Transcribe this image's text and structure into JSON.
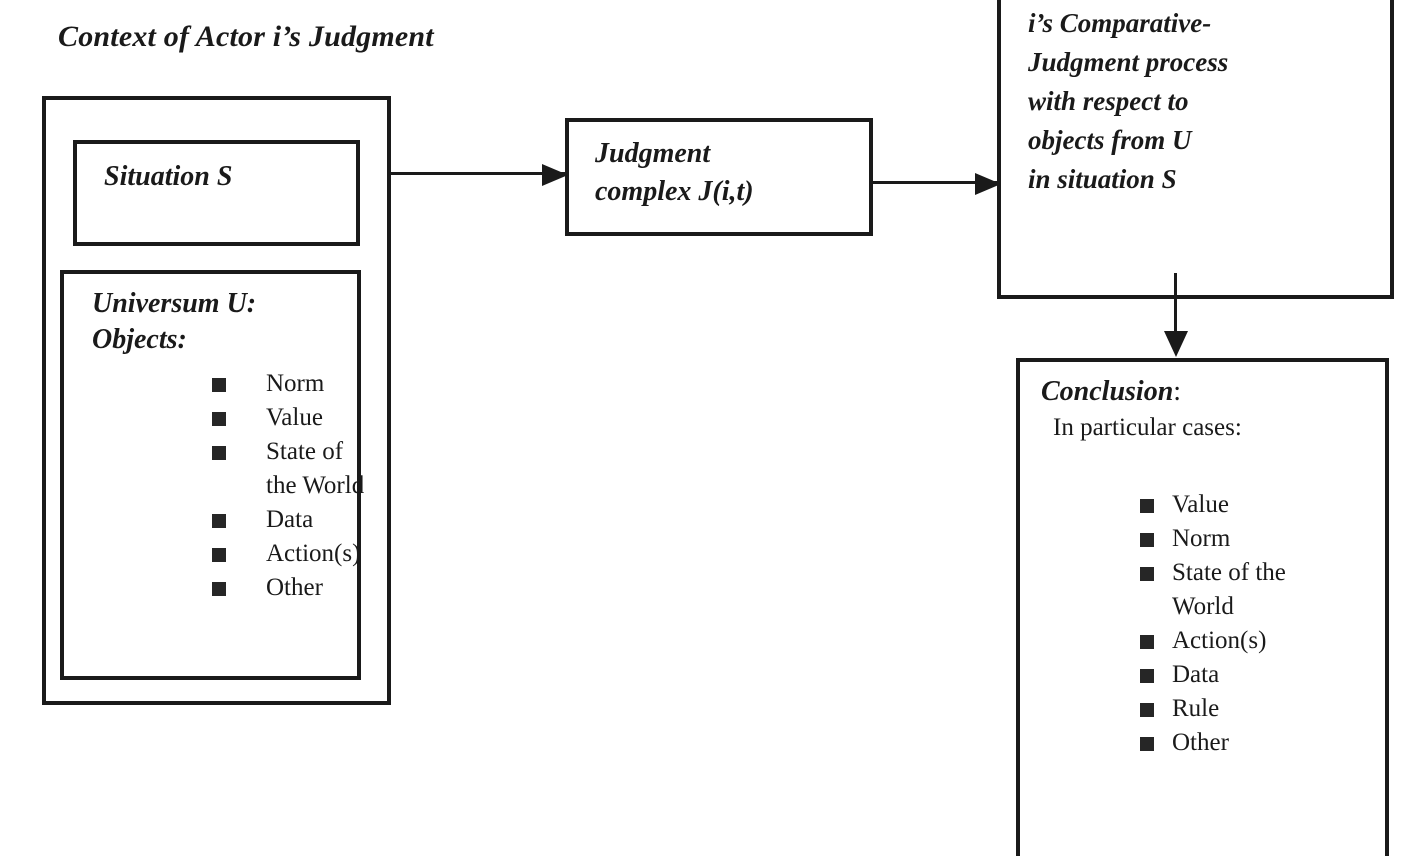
{
  "diagram": {
    "title": "Context of Actor i’s Judgment"
  },
  "context": {
    "situation": {
      "label": "Situation S"
    },
    "universum": {
      "heading_line_1": "Universum U:",
      "heading_line_2": "Objects:",
      "items": [
        "Norm",
        "Value",
        "State of\nthe World",
        "Data",
        "Action(s)",
        "Other"
      ]
    }
  },
  "judgment": {
    "label": "Judgment\ncomplex J(i,t)"
  },
  "process": {
    "label": "i’s Comparative-\nJudgment process\nwith respect to\nobjects from U\n in situation S"
  },
  "conclusion": {
    "heading": "Conclusion",
    "heading_colon": ":",
    "subheading": "In particular cases:",
    "items": [
      "Value",
      "Norm",
      "State of the\nWorld",
      "Action(s)",
      "Data",
      "Rule",
      "Other"
    ]
  },
  "arrows": [
    {
      "name": "situation-to-judgment",
      "direction": "right"
    },
    {
      "name": "judgment-to-process",
      "direction": "right"
    },
    {
      "name": "process-to-conclusion",
      "direction": "down"
    }
  ],
  "colors": {
    "ink": "#1a1a1a",
    "bullet": "#262626",
    "background": "#ffffff"
  }
}
